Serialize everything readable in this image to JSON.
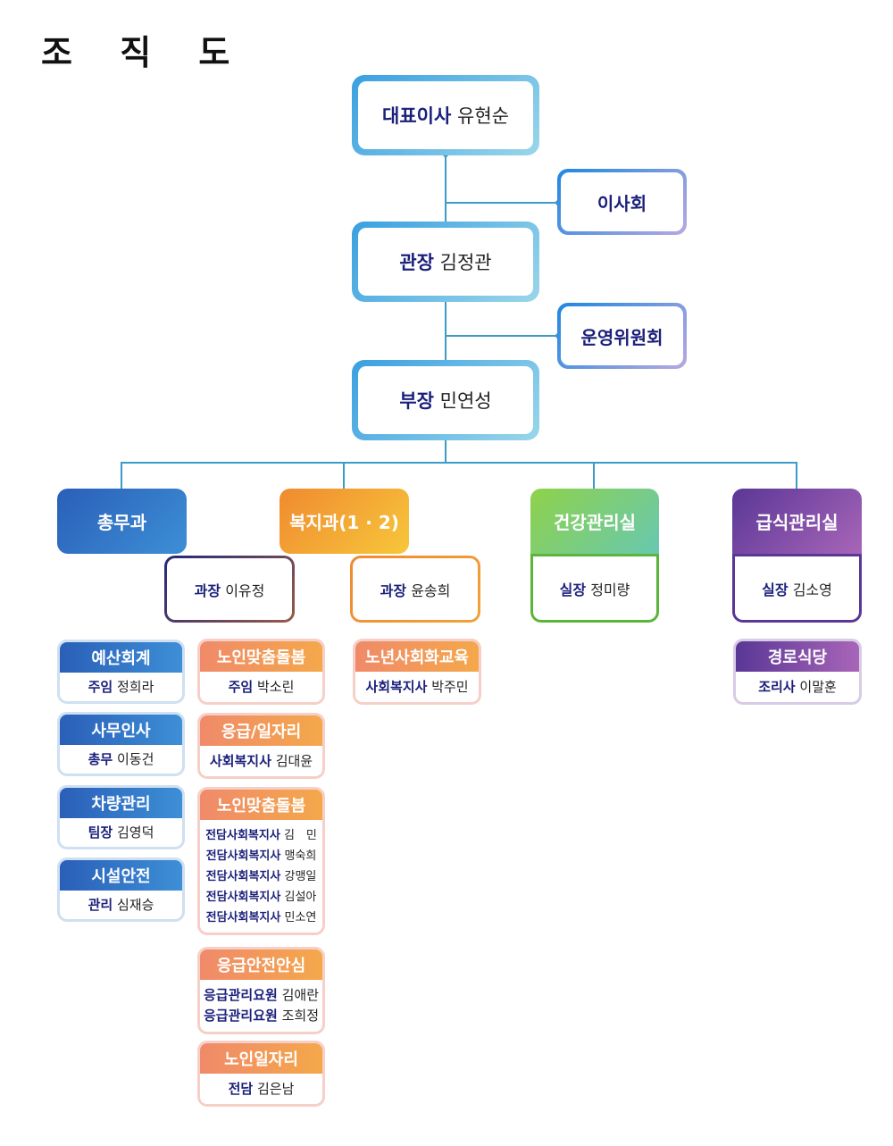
{
  "title": "조 직 도",
  "top": {
    "ceo": {
      "role": "대표이사",
      "name": "유현순"
    },
    "board": "이사회",
    "director": {
      "role": "관장",
      "name": "김정관"
    },
    "committee": "운영위원회",
    "manager": {
      "role": "부장",
      "name": "민연성"
    }
  },
  "departments": {
    "general": {
      "label": "총무과"
    },
    "welfare": {
      "label": "복지과(1 · 2)",
      "chief1": {
        "role": "과장",
        "name": "이유정"
      },
      "chief2": {
        "role": "과장",
        "name": "윤송희"
      }
    },
    "health": {
      "label": "건강관리실",
      "chief": {
        "role": "실장",
        "name": "정미량"
      }
    },
    "food": {
      "label": "급식관리실",
      "chief": {
        "role": "실장",
        "name": "김소영"
      }
    }
  },
  "general_units": [
    {
      "title": "예산회계",
      "role": "주임",
      "name": "정희라"
    },
    {
      "title": "사무인사",
      "role": "총무",
      "name": "이동건"
    },
    {
      "title": "차량관리",
      "role": "팀장",
      "name": "김영덕"
    },
    {
      "title": "시설안전",
      "role": "관리",
      "name": "심재승"
    }
  ],
  "welfare_units": [
    {
      "title": "노인맞춤돌봄",
      "members": [
        {
          "role": "주임",
          "name": "박소린"
        }
      ]
    },
    {
      "title": "응급/일자리",
      "members": [
        {
          "role": "사회복지사",
          "name": "김대윤"
        }
      ]
    },
    {
      "title": "노인맞춤돌봄",
      "members": [
        {
          "role": "전담사회복지사",
          "name": "김　민"
        },
        {
          "role": "전담사회복지사",
          "name": "맹숙희"
        },
        {
          "role": "전담사회복지사",
          "name": "강맹일"
        },
        {
          "role": "전담사회복지사",
          "name": "김설아"
        },
        {
          "role": "전담사회복지사",
          "name": "민소연"
        }
      ]
    },
    {
      "title": "응급안전안심",
      "members": [
        {
          "role": "응급관리요원",
          "name": "김애란"
        },
        {
          "role": "응급관리요원",
          "name": "조희정"
        }
      ]
    },
    {
      "title": "노인일자리",
      "members": [
        {
          "role": "전담",
          "name": "김은남"
        }
      ]
    }
  ],
  "education_unit": {
    "title": "노년사회화교육",
    "role": "사회복지사",
    "name": "박주민"
  },
  "food_unit": {
    "title": "경로식당",
    "role": "조리사",
    "name": "이말훈"
  },
  "colors": {
    "general": "#2f6fc4",
    "welfare": "#f39c2a",
    "health": "#5cb83a",
    "food": "#6a3fa0",
    "line": "#3b9bc9"
  }
}
